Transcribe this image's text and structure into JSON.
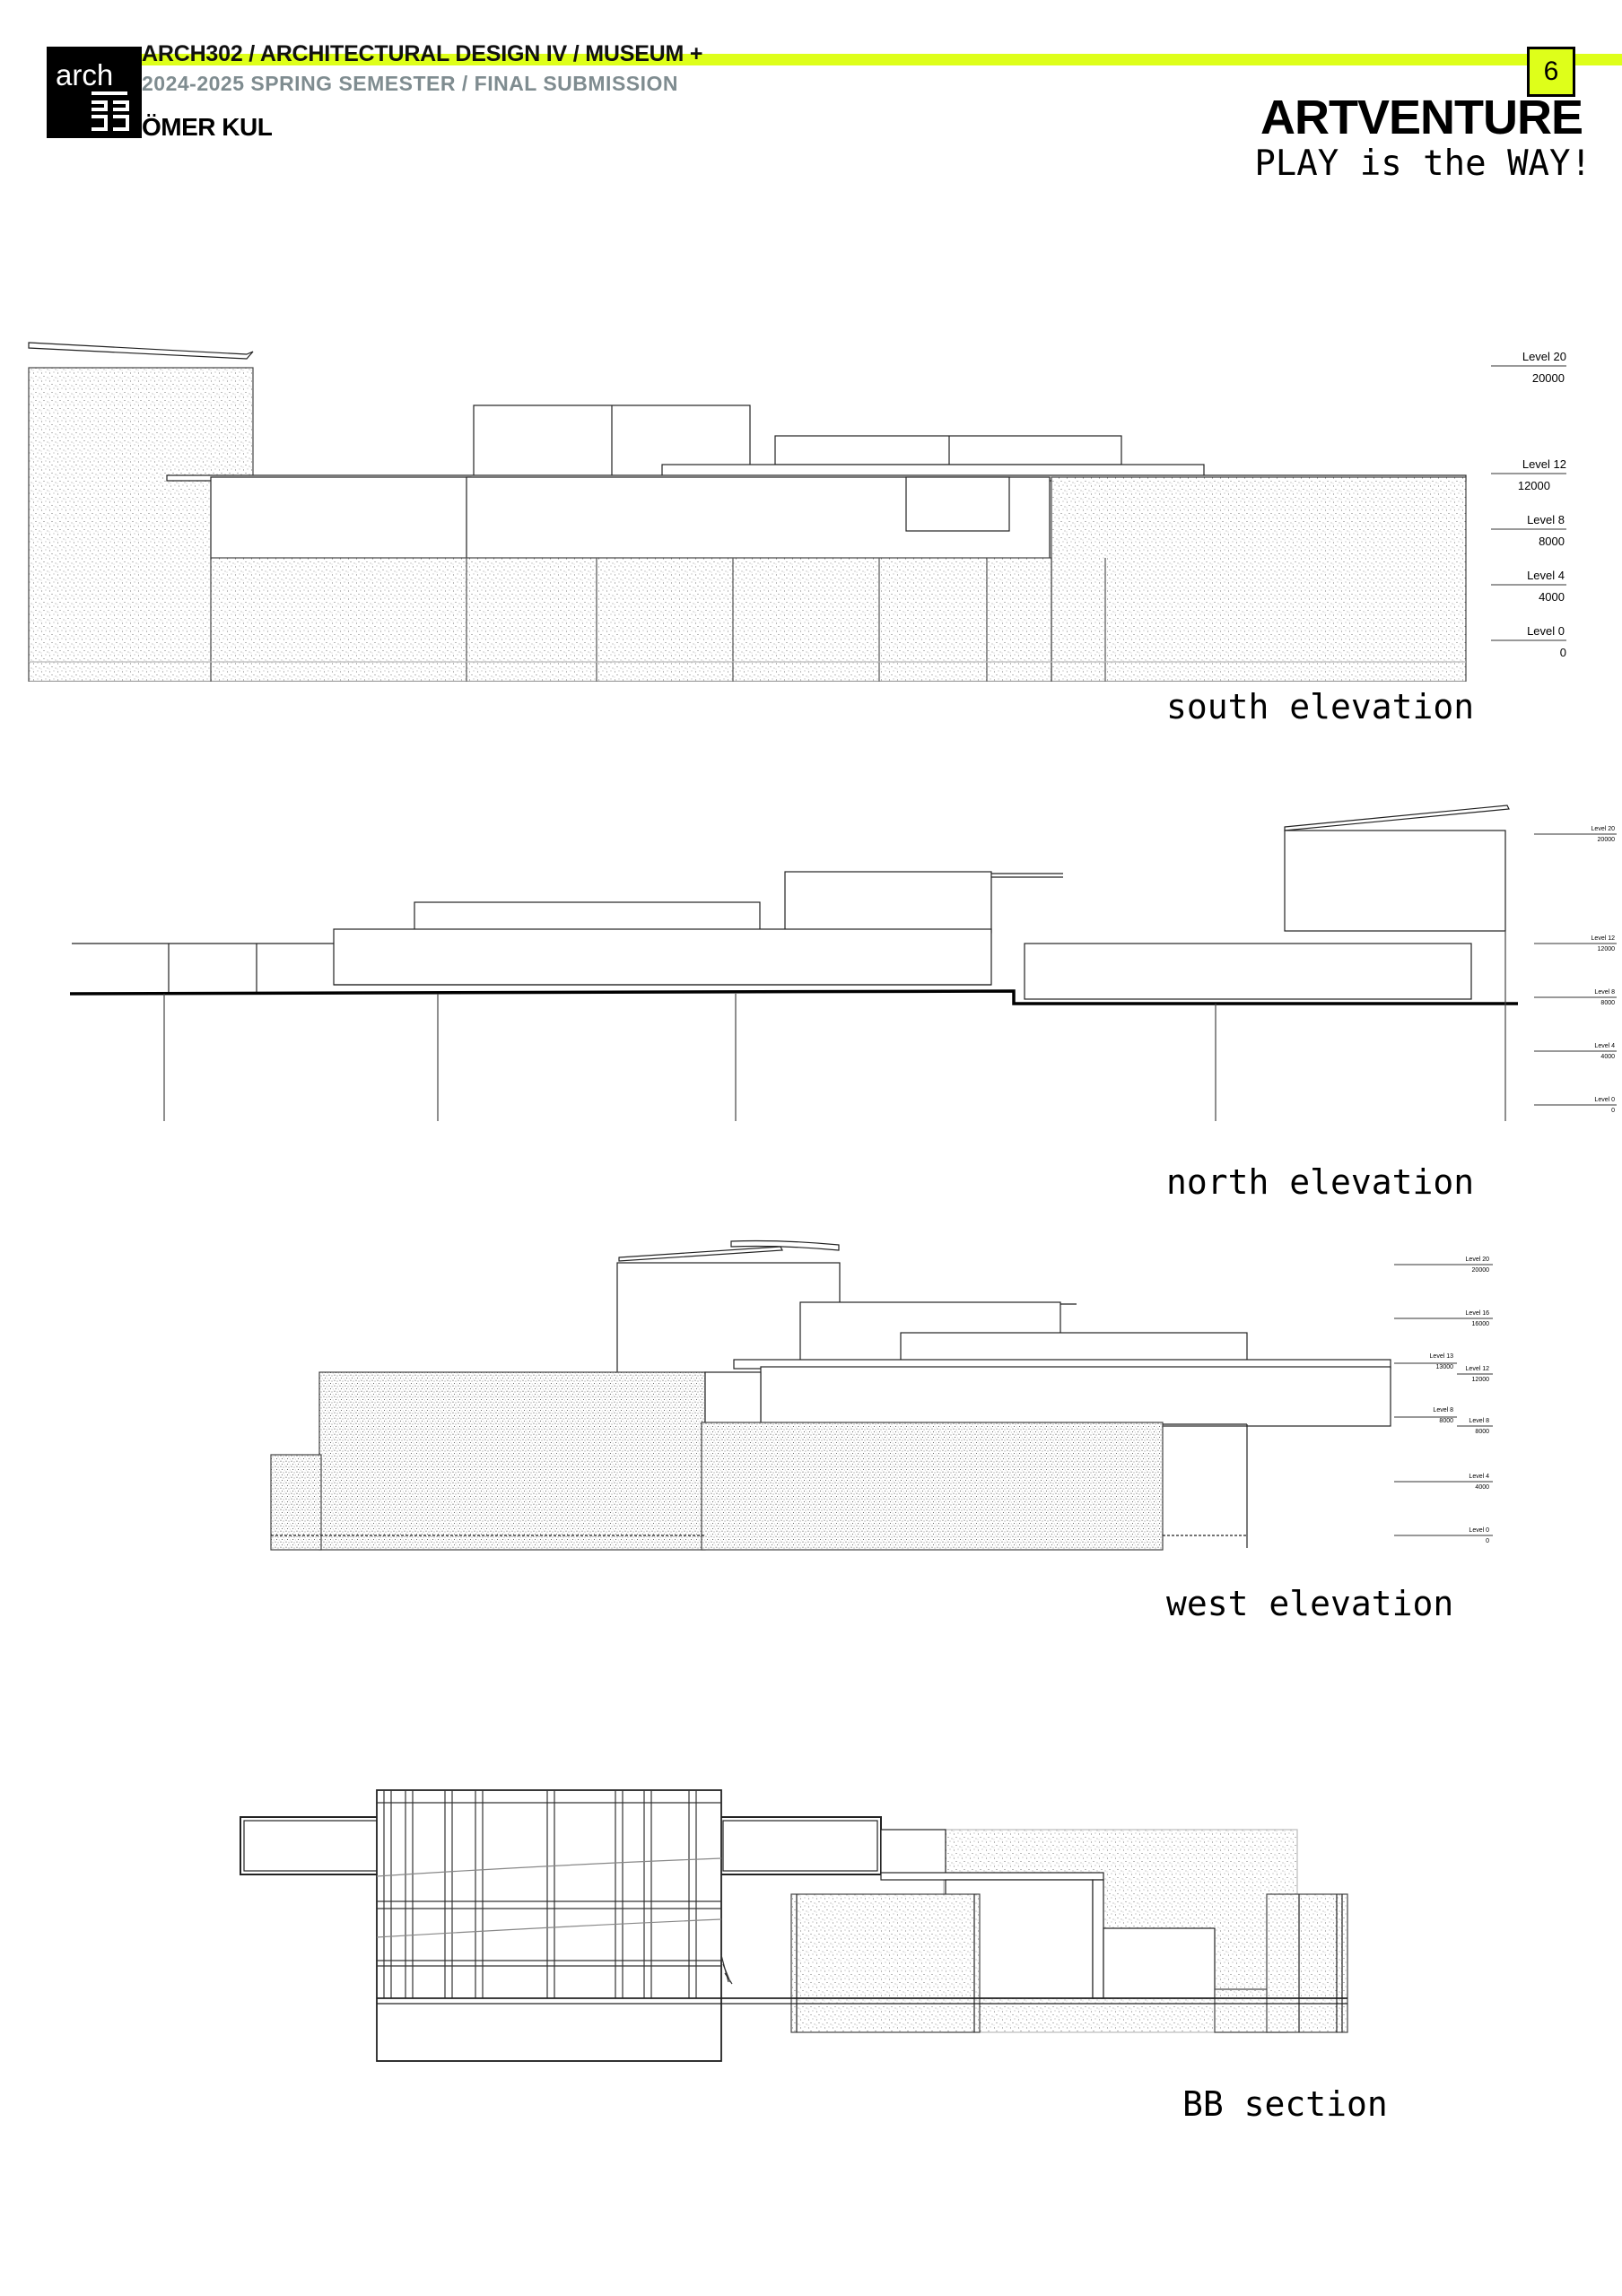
{
  "header": {
    "course": "ARCH302 / ARCHITECTURAL DESIGN IV / MUSEUM +",
    "semester": "2024-2025 SPRING SEMESTER / FINAL SUBMISSION",
    "author": "ÖMER KUL",
    "logo_text": "arch",
    "page_number": "6",
    "project_title": "ARTVENTURE",
    "tagline": "PLAY is the WAY!",
    "accent_color": "#deff1a"
  },
  "drawings": [
    {
      "caption": "south elevation",
      "levels": [
        {
          "name": "Level 20",
          "value": "20000"
        },
        {
          "name": "Level 12",
          "value": "12000"
        },
        {
          "name": "Level 8",
          "value": "8000"
        },
        {
          "name": "Level 4",
          "value": "4000"
        },
        {
          "name": "Level 0",
          "value": "0"
        }
      ]
    },
    {
      "caption": "north elevation",
      "levels": [
        {
          "name": "Level 20",
          "value": "20000"
        },
        {
          "name": "Level 12",
          "value": "12000"
        },
        {
          "name": "Level 8",
          "value": "8000"
        },
        {
          "name": "Level 4",
          "value": "4000"
        },
        {
          "name": "Level 0",
          "value": "0"
        }
      ]
    },
    {
      "caption": "west elevation",
      "levels": [
        {
          "name": "Level 20",
          "value": "20000"
        },
        {
          "name": "Level 16",
          "value": "16000"
        },
        {
          "name": "Level 13",
          "value": "13000"
        },
        {
          "name": "Level 12",
          "value": "12000"
        },
        {
          "name": "Level 8",
          "value": "8000"
        },
        {
          "name": "Level 8",
          "value": "8000"
        },
        {
          "name": "Level 4",
          "value": "4000"
        },
        {
          "name": "Level 0",
          "value": "0"
        }
      ]
    },
    {
      "caption": "BB section",
      "levels": []
    }
  ]
}
